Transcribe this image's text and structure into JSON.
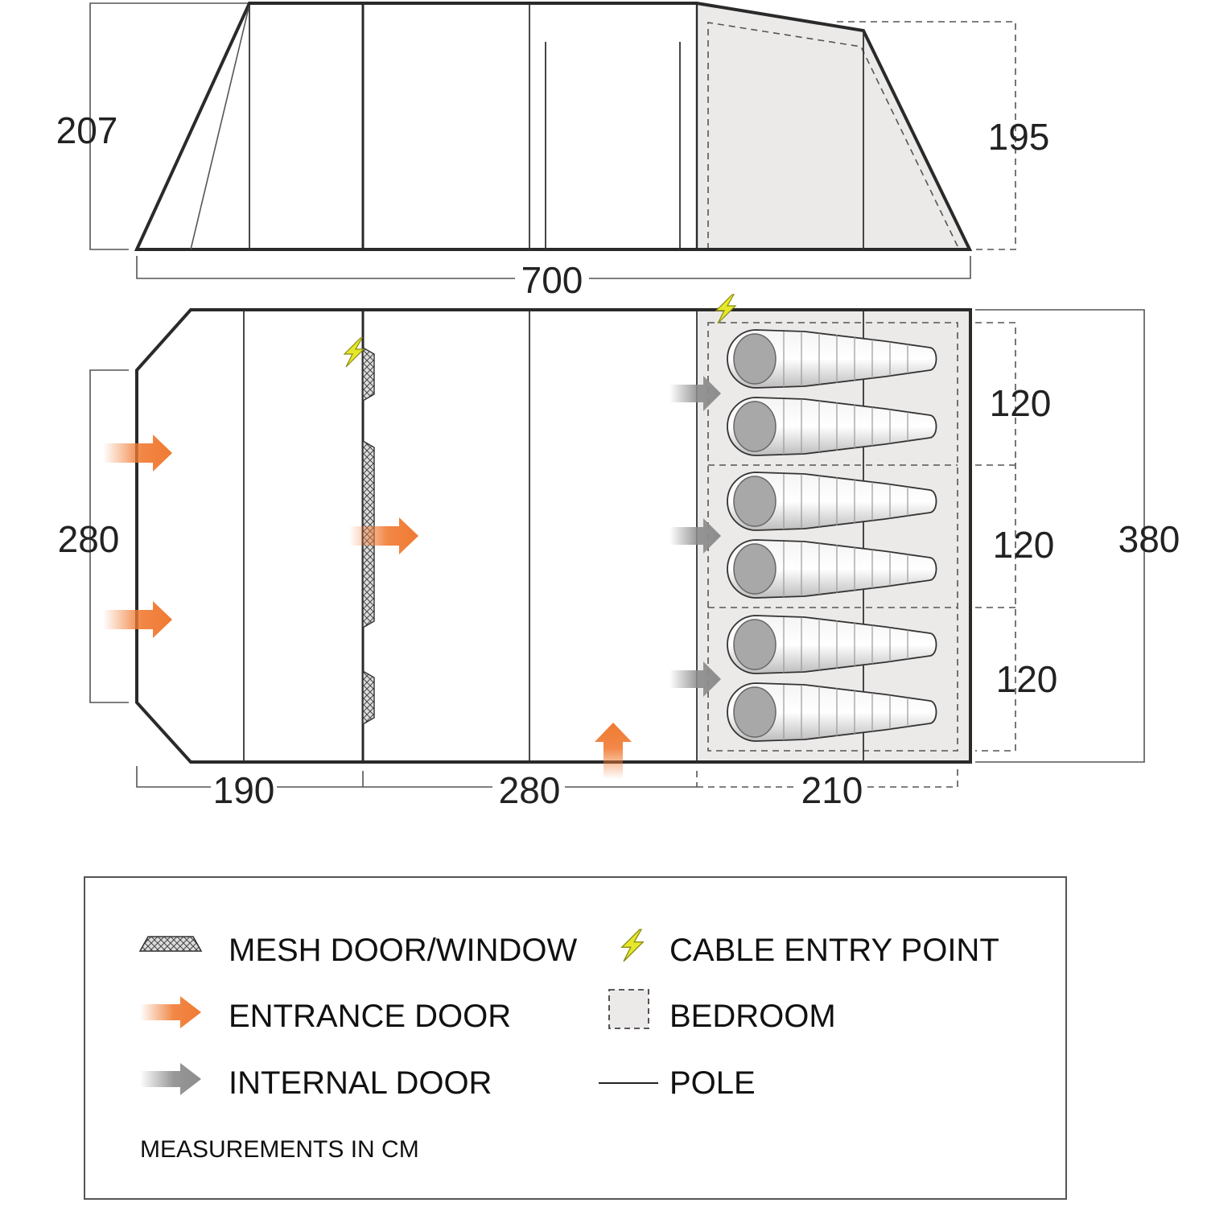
{
  "colors": {
    "entrance": "#f07a32",
    "internal": "#8c8c8c",
    "cable": "#e5e82a",
    "bedroom": "#ece9e9",
    "outline": "#2a2a2a"
  },
  "dimensions": {
    "front_height": "207",
    "rear_height": "195",
    "total_length": "700",
    "front_width": "280",
    "total_width": "380",
    "bedroom_1": "120",
    "bedroom_2": "120",
    "bedroom_3": "120",
    "porch_length": "190",
    "living_length": "280",
    "bedroom_length": "210"
  },
  "legend": {
    "mesh": "MESH DOOR/WINDOW",
    "cable": "CABLE ENTRY POINT",
    "entrance": "ENTRANCE DOOR",
    "bedroom": "BEDROOM",
    "internal": "INTERNAL DOOR",
    "pole": "POLE",
    "note": "MEASUREMENTS IN CM"
  },
  "icons": {
    "mesh": "mesh-pattern-icon",
    "cable": "lightning-bolt-icon",
    "entrance": "orange-arrow-icon",
    "internal": "grey-arrow-icon",
    "bedroom": "dashed-box-icon",
    "pole": "line-icon",
    "sleeping_bag": "sleeping-bag-icon"
  }
}
